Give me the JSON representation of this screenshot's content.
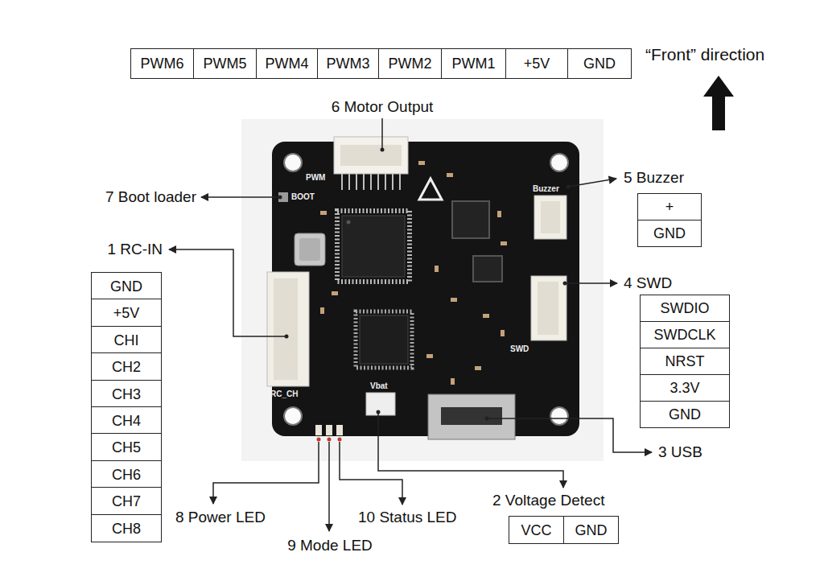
{
  "diagram": {
    "labels": [
      "PWM6",
      "PWM5",
      "PWM4",
      "PWM3",
      "PWM2",
      "PWM1",
      "+5V",
      "GND",
      "“Front” direction",
      "6 Motor Output",
      "PWM",
      "7 Boot loader",
      "BOOT",
      "Buzzer",
      "5 Buzzer",
      "+",
      "GND",
      "1 RC-IN",
      "GND",
      "+5V",
      "CHI",
      "CH2",
      "CH3",
      "CH4",
      "CH5",
      "CH6",
      "CH7",
      "CH8",
      "4 SWD",
      "SWDIO",
      "SWDCLK",
      "NRST",
      "3.3V",
      "GND",
      "SWD",
      "RC_CH",
      "Vbat",
      "3 USB",
      "2 Voltage Detect",
      "VCC",
      "GND",
      "8 Power LED",
      "9 Mode LED",
      "10 Status LED"
    ]
  }
}
